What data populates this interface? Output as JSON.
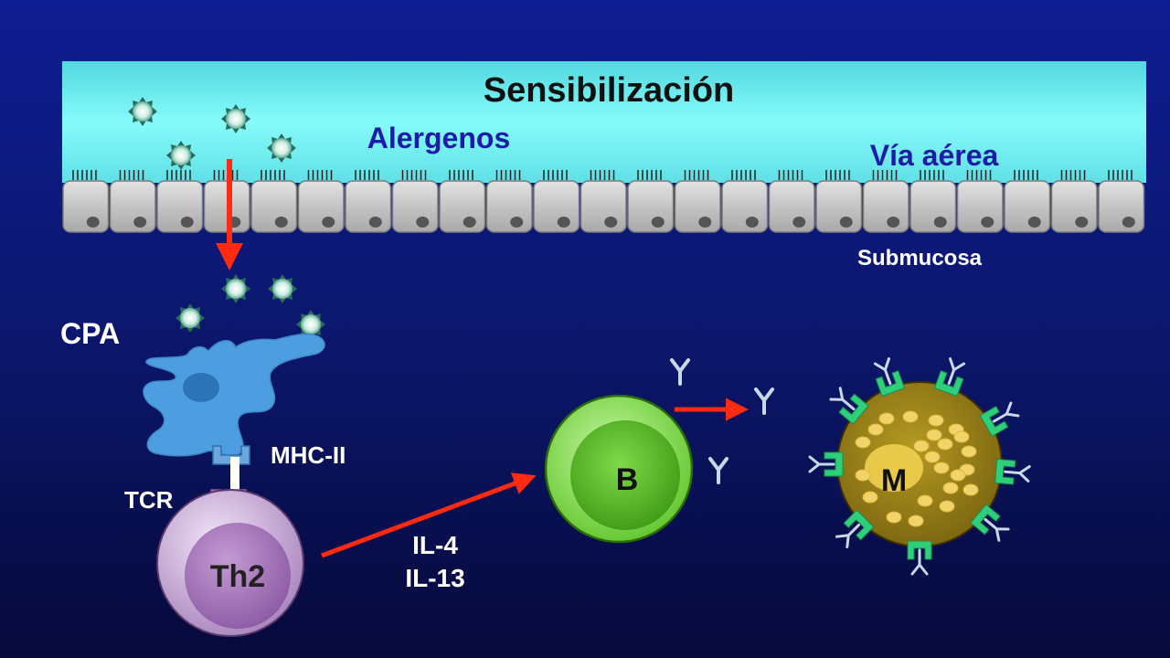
{
  "title": "Sensibilización",
  "labels": {
    "allergens": "Alergenos",
    "airway": "Vía aérea",
    "submucosa": "Submucosa",
    "apc": "CPA",
    "mhc": "MHC-II",
    "tcr": "TCR",
    "th2": "Th2",
    "il4": "IL-4",
    "il13": "IL-13",
    "bcell": "B",
    "mastcell": "M"
  },
  "colors": {
    "airway_band": "#6ff0f0",
    "epithelium": "#c9c9c9",
    "arrow": "#ff2a10",
    "apc_cell": "#4d9ee0",
    "th2_cell": "#c9a6d8",
    "b_cell": "#7fe04a",
    "mast_cell": "#c9b83a",
    "receptor": "#2ecf7a",
    "antibody": "#c8d8e8"
  },
  "icons": [
    "allergen-particle-icon",
    "antibody-icon",
    "ige-receptor-icon"
  ]
}
